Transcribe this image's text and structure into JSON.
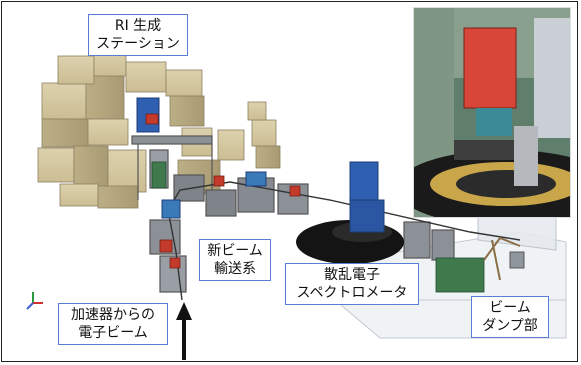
{
  "labels": {
    "ri_station": [
      "RI 生成",
      "ステーション"
    ],
    "new_beamline": [
      "新ビーム",
      "輸送系"
    ],
    "spectrometer": [
      "散乱電子",
      "スペクトロメータ"
    ],
    "beam_dump": [
      "ビーム",
      "ダンプ部"
    ],
    "electron_beam": [
      "加速器からの",
      "電子ビーム"
    ]
  },
  "colors": {
    "label_border": "#5a7ed6",
    "shield_block": "#cdbf97",
    "spectrometer_blue": "#2f5fb0",
    "magnet_red": "#c43a2a",
    "dump_green": "#3f7a4c",
    "arrow": "#111111"
  }
}
